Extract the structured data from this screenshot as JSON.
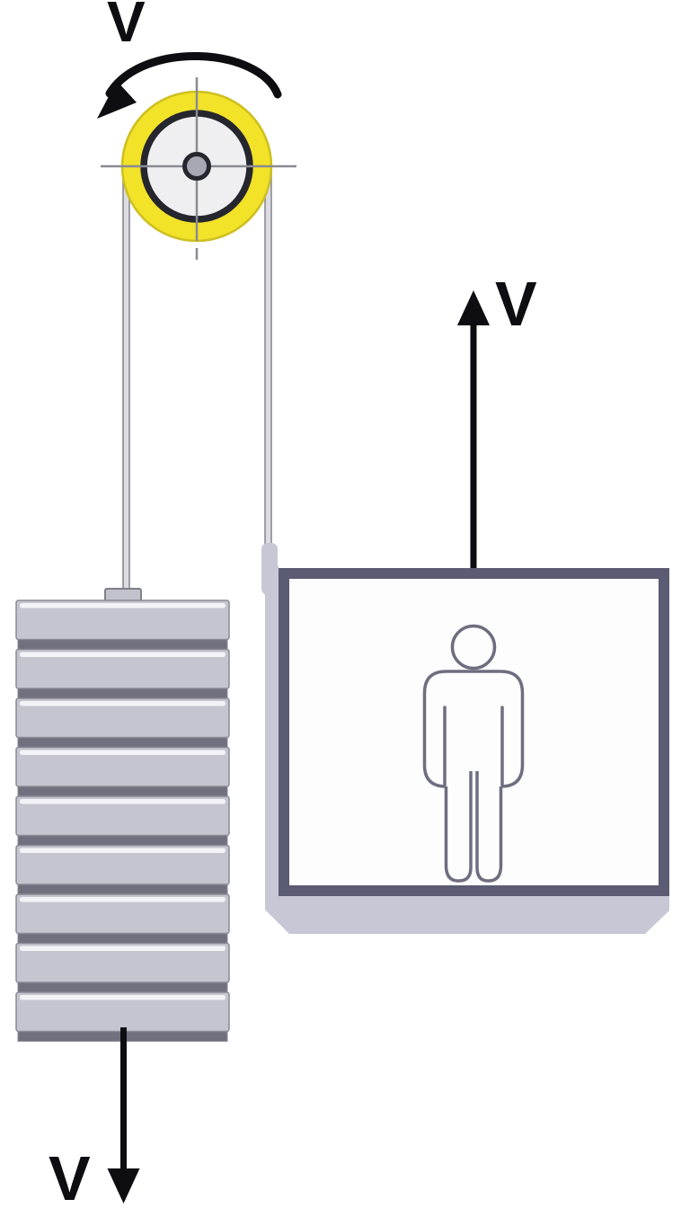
{
  "labels": {
    "pulley_velocity": "V",
    "elevator_velocity": "V",
    "counterweight_velocity": "V"
  },
  "colors": {
    "background": "#ffffff",
    "ink": "#0e0e12",
    "pulley_rim": "#f2e228",
    "pulley_rim_edge": "#cdbf20",
    "pulley_face": "#efeff2",
    "pulley_ring": "#26262e",
    "pulley_hub": "#a8a8b2",
    "crosshair": "#8a8a94",
    "cable_fill": "#dcdce2",
    "cable_edge": "#8a8a96",
    "hook_fill": "#c2c2cc",
    "hook_edge": "#7f7f8b",
    "metal_plate": "#c5c5cf",
    "metal_plate_highlight": "#f2f2f7",
    "metal_separator": "#70707e",
    "metal_outline": "#8a8a96",
    "car_frame": "#5b5b73",
    "car_interior": "#fdfdfe",
    "car_base": "#c7c7d5",
    "person": "#6e6e80"
  },
  "counterweight": {
    "plate_count": 9
  }
}
